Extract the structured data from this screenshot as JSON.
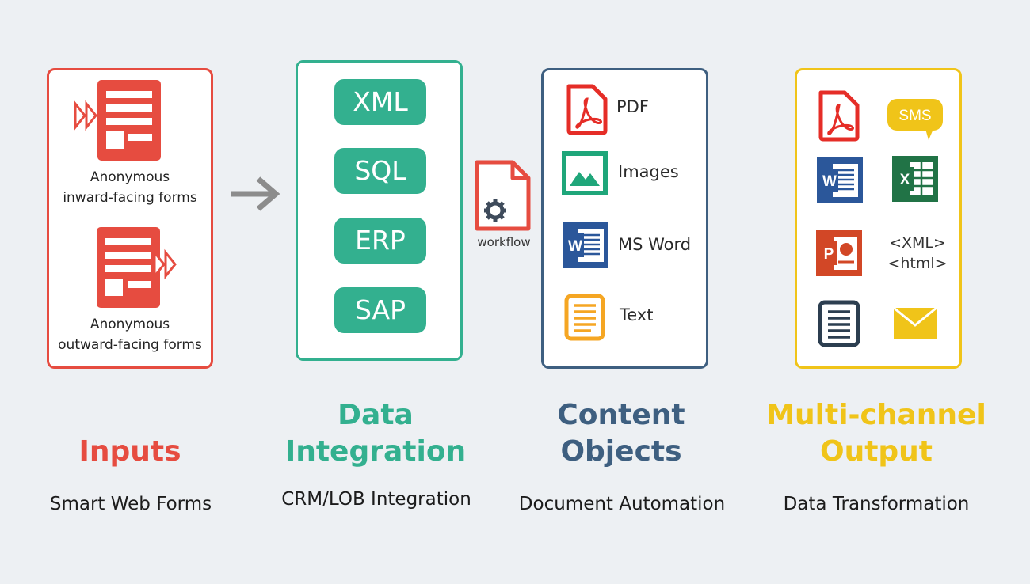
{
  "colors": {
    "inputs": "#e64c40",
    "integration": "#33b08f",
    "content": "#3e5f80",
    "output": "#f0c419",
    "arrow": "#8c8c8c",
    "background": "#edf0f3"
  },
  "inputs": {
    "inward_label_1": "Anonymous",
    "inward_label_2": "inward-facing forms",
    "outward_label_1": "Anonymous",
    "outward_label_2": "outward-facing forms",
    "title": "Inputs",
    "subtitle": "Smart Web Forms"
  },
  "integration": {
    "items": [
      "XML",
      "SQL",
      "ERP",
      "SAP"
    ],
    "title_1": "Data",
    "title_2": "Integration",
    "subtitle": "CRM/LOB Integration"
  },
  "workflow": {
    "label": "workflow"
  },
  "content": {
    "items": [
      "PDF",
      "Images",
      "MS Word",
      "Text"
    ],
    "title_1": "Content",
    "title_2": "Objects",
    "subtitle": "Document Automation"
  },
  "output": {
    "sms_label": "SMS",
    "xml_label": "<XML>",
    "html_label": "<html>",
    "title_1": "Multi-channel",
    "title_2": "Output",
    "subtitle": "Data Transformation"
  }
}
